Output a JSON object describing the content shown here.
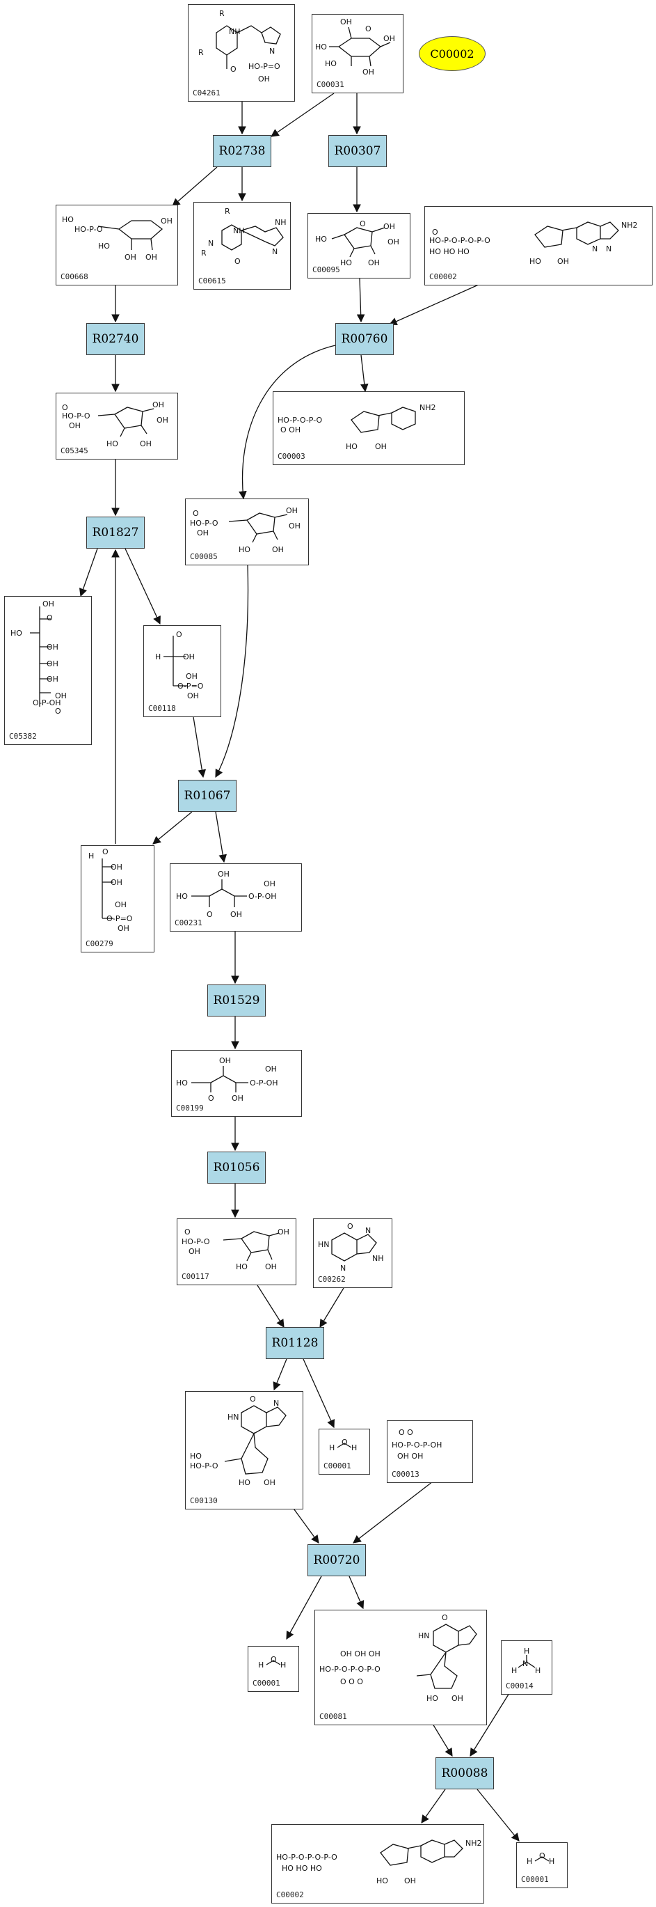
{
  "legend": {
    "label": "C00002",
    "color": "#ffff00"
  },
  "reactions": {
    "R02738": "R02738",
    "R00307": "R00307",
    "R02740": "R02740",
    "R00760": "R00760",
    "R01827": "R01827",
    "R01067": "R01067",
    "R01529": "R01529",
    "R01056": "R01056",
    "R01128": "R01128",
    "R00720": "R00720",
    "R00088": "R00088"
  },
  "compounds": {
    "C04261": "C04261",
    "C00031": "C00031",
    "C00668": "C00668",
    "C00615": "C00615",
    "C00095": "C00095",
    "C00002a": "C00002",
    "C05345": "C05345",
    "C00003": "C00003",
    "C00085": "C00085",
    "C05382": "C05382",
    "C00118": "C00118",
    "C00279": "C00279",
    "C00231": "C00231",
    "C00199": "C00199",
    "C00117": "C00117",
    "C00262": "C00262",
    "C00130": "C00130",
    "C00001a": "C00001",
    "C00013": "C00013",
    "C00001b": "C00001",
    "C00081": "C00081",
    "C00014": "C00014",
    "C00002b": "C00002",
    "C00001c": "C00001"
  },
  "colors": {
    "reaction": "#add8e6",
    "highlight": "#ffff00",
    "stroke": "#111111"
  }
}
